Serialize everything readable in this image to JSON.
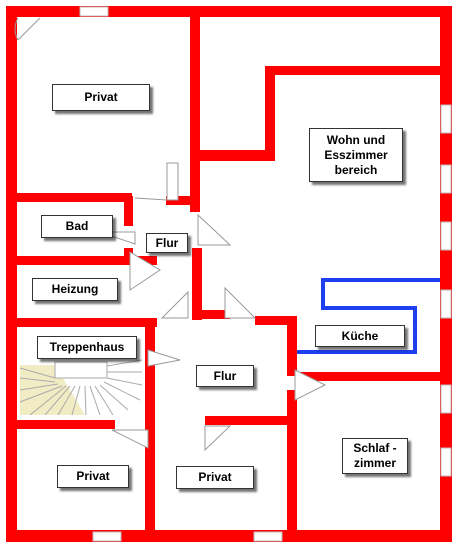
{
  "plan": {
    "wall_color": "#ff0000",
    "kitchen_outline_color": "#1e3ff0",
    "stair_highlight_color": "#f2ecc4",
    "rooms": {
      "privat_top": "Privat",
      "wohn_ess": "Wohn und\nEsszimmer\nbereich",
      "bad": "Bad",
      "flur_upper": "Flur",
      "heizung": "Heizung",
      "kueche": "Küche",
      "treppenhaus": "Treppenhaus",
      "flur_lower": "Flur",
      "schlafzimmer": "Schlaf -\nzimmer",
      "privat_bottom_left": "Privat",
      "privat_bottom_mid": "Privat"
    }
  }
}
